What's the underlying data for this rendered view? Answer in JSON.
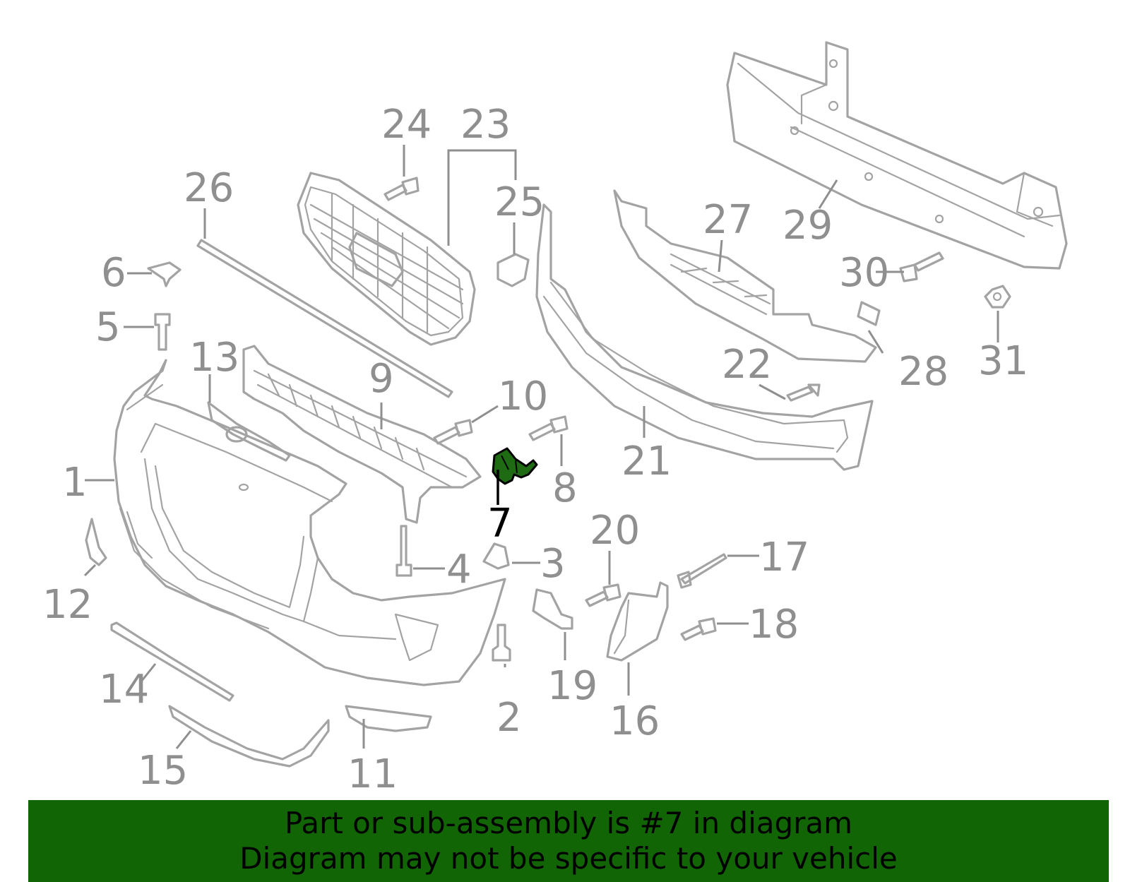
{
  "highlighted_part": "7",
  "colors": {
    "line_art": "#a3a3a3",
    "callout_text": "#8f8f8f",
    "highlight_fill": "#1e6b14",
    "highlight_text": "#000000",
    "banner_background": "#126505",
    "banner_text": "#000000"
  },
  "callouts": {
    "c1": "1",
    "c2": "2",
    "c3": "3",
    "c4": "4",
    "c5": "5",
    "c6": "6",
    "c7": "7",
    "c8": "8",
    "c9": "9",
    "c10": "10",
    "c11": "11",
    "c12": "12",
    "c13": "13",
    "c14": "14",
    "c15": "15",
    "c16": "16",
    "c17": "17",
    "c18": "18",
    "c19": "19",
    "c20": "20",
    "c21": "21",
    "c22": "22",
    "c23": "23",
    "c24": "24",
    "c25": "25",
    "c26": "26",
    "c27": "27",
    "c28": "28",
    "c29": "29",
    "c30": "30",
    "c31": "31"
  },
  "banner": {
    "line1": "Part or sub-assembly is #7 in diagram",
    "line2": "Diagram may not be specific to your vehicle"
  }
}
